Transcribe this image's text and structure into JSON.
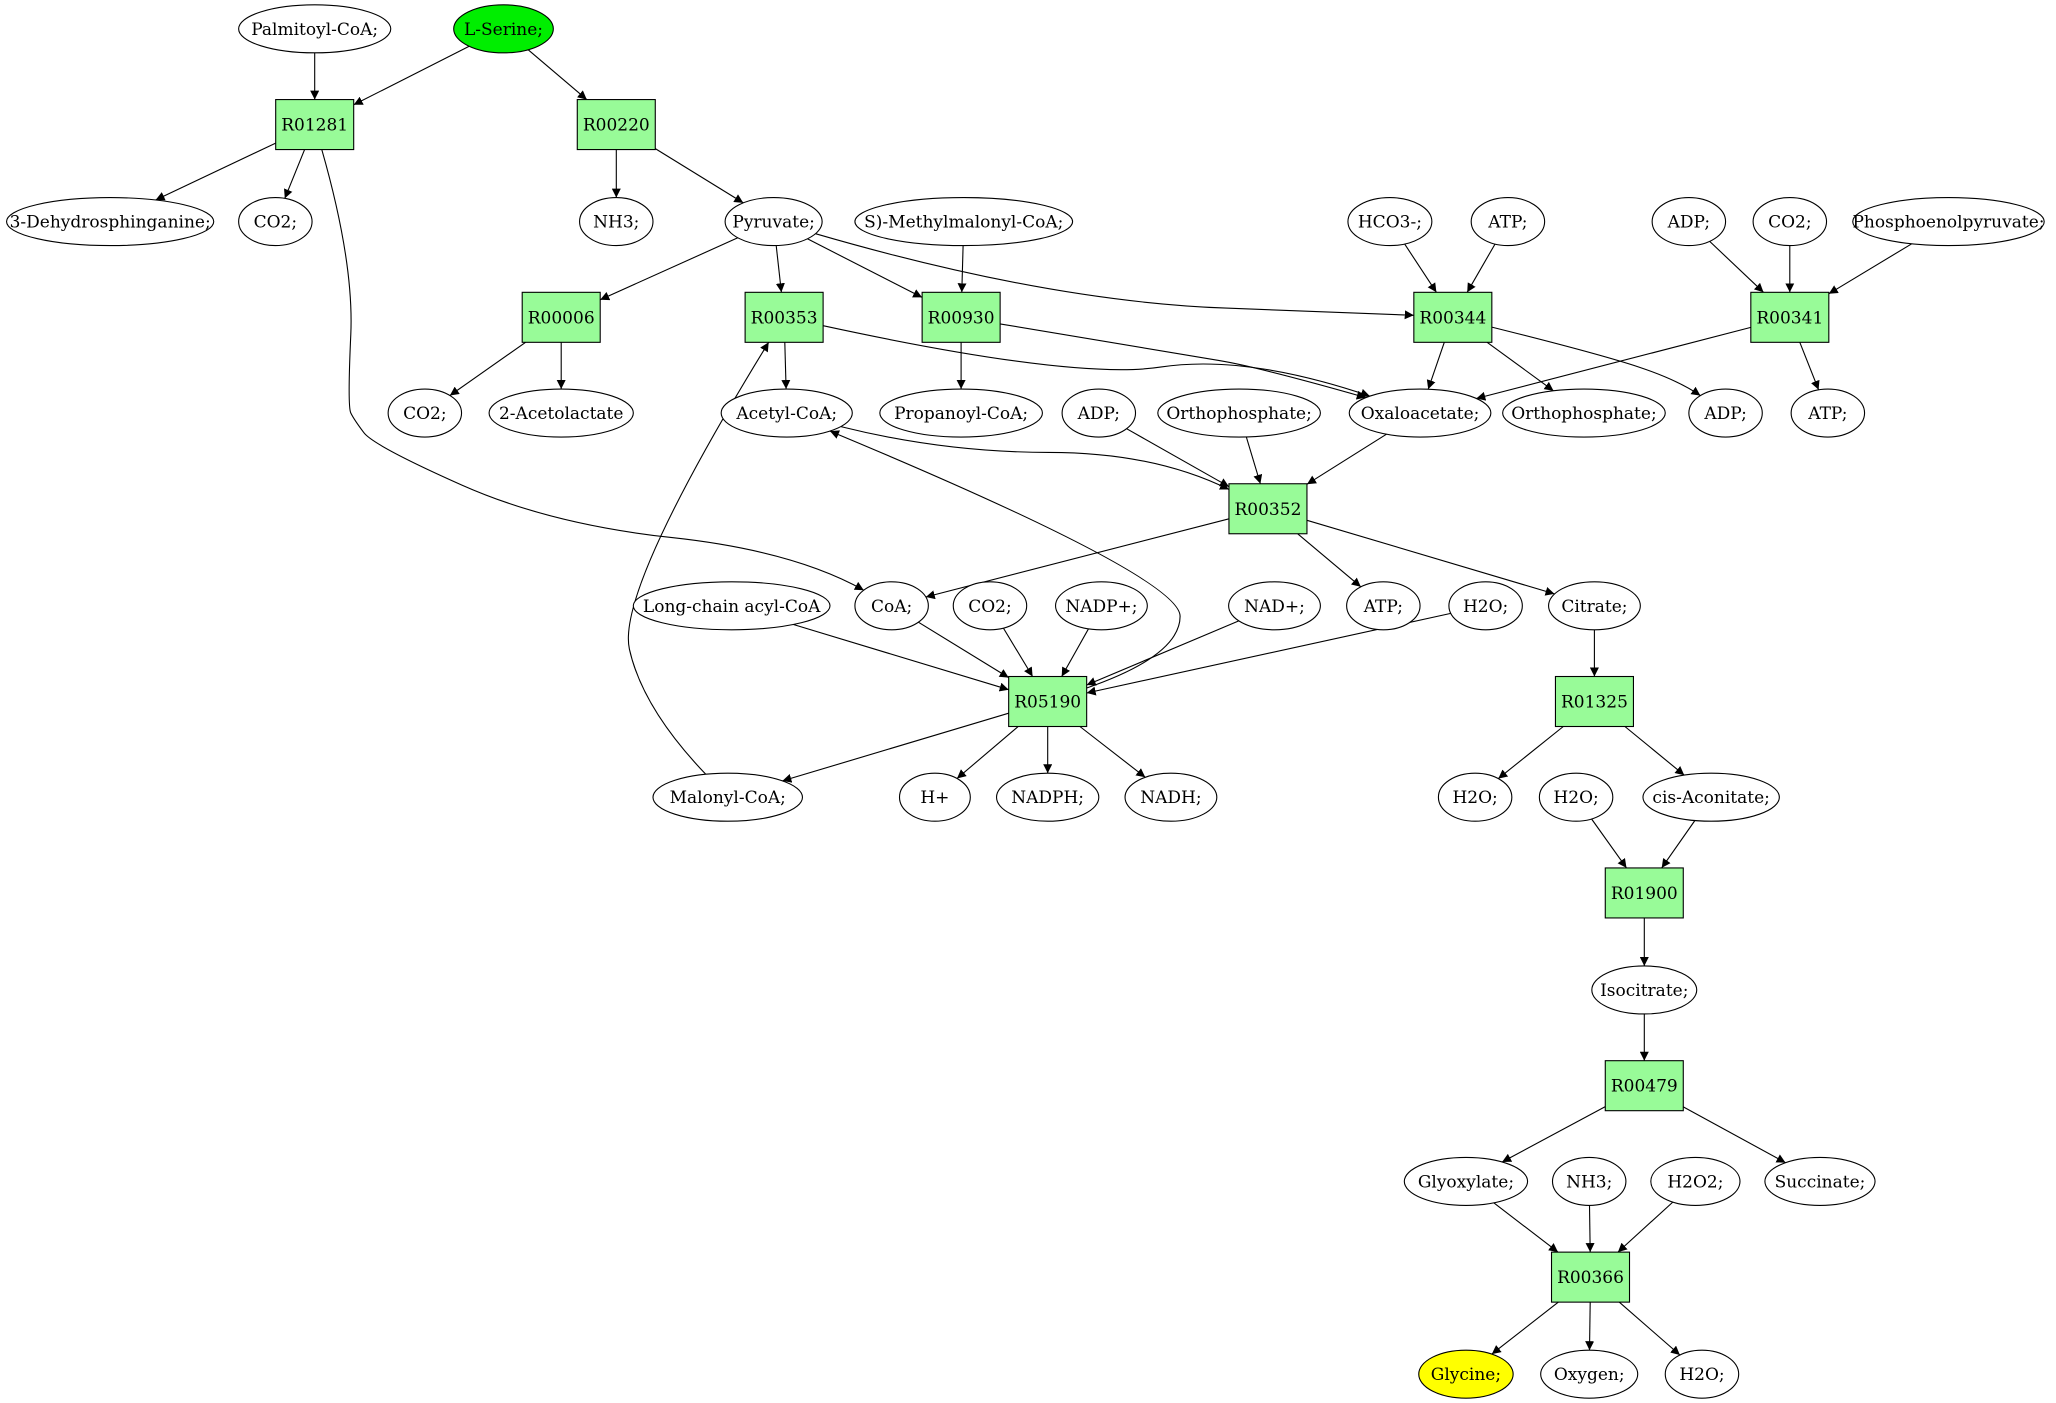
{
  "colors": {
    "reaction_fill": "#98fb98",
    "compound_fill": "#ffffff",
    "source_fill": "#00ee00",
    "target_fill": "#ffff00",
    "stroke": "#000000"
  },
  "nodes": {
    "palmitoyl_coa": {
      "label": "Palmitoyl-CoA;",
      "kind": "compound"
    },
    "l_serine": {
      "label": "L-Serine;",
      "kind": "compound",
      "role": "source"
    },
    "r01281": {
      "label": "R01281",
      "kind": "reaction"
    },
    "r00220": {
      "label": "R00220",
      "kind": "reaction"
    },
    "dehydrosphinganine": {
      "label": "3-Dehydrosphinganine;",
      "kind": "compound"
    },
    "co2_a": {
      "label": "CO2;",
      "kind": "compound"
    },
    "nh3_a": {
      "label": "NH3;",
      "kind": "compound"
    },
    "pyruvate": {
      "label": "Pyruvate;",
      "kind": "compound"
    },
    "methylmalonyl_coa": {
      "label": "S)-Methylmalonyl-CoA;",
      "kind": "compound"
    },
    "hco3": {
      "label": "HCO3-;",
      "kind": "compound"
    },
    "atp_a": {
      "label": "ATP;",
      "kind": "compound"
    },
    "adp_a": {
      "label": "ADP;",
      "kind": "compound"
    },
    "co2_b": {
      "label": "CO2;",
      "kind": "compound"
    },
    "pep": {
      "label": "Phosphoenolpyruvate;",
      "kind": "compound"
    },
    "r00006": {
      "label": "R00006",
      "kind": "reaction"
    },
    "r00353": {
      "label": "R00353",
      "kind": "reaction"
    },
    "r00930": {
      "label": "R00930",
      "kind": "reaction"
    },
    "r00344": {
      "label": "R00344",
      "kind": "reaction"
    },
    "r00341": {
      "label": "R00341",
      "kind": "reaction"
    },
    "co2_c": {
      "label": "CO2;",
      "kind": "compound"
    },
    "acetolactate": {
      "label": "2-Acetolactate",
      "kind": "compound"
    },
    "acetyl_coa": {
      "label": "Acetyl-CoA;",
      "kind": "compound"
    },
    "propanoyl_coa": {
      "label": "Propanoyl-CoA;",
      "kind": "compound"
    },
    "adp_b": {
      "label": "ADP;",
      "kind": "compound"
    },
    "orthophosphate_a": {
      "label": "Orthophosphate;",
      "kind": "compound"
    },
    "oxaloacetate": {
      "label": "Oxaloacetate;",
      "kind": "compound"
    },
    "orthophosphate_b": {
      "label": "Orthophosphate;",
      "kind": "compound"
    },
    "adp_c": {
      "label": "ADP;",
      "kind": "compound"
    },
    "atp_b": {
      "label": "ATP;",
      "kind": "compound"
    },
    "r00352": {
      "label": "R00352",
      "kind": "reaction"
    },
    "long_chain": {
      "label": "Long-chain acyl-CoA",
      "kind": "compound"
    },
    "coa": {
      "label": "CoA;",
      "kind": "compound"
    },
    "co2_d": {
      "label": "CO2;",
      "kind": "compound"
    },
    "nadp": {
      "label": "NADP+;",
      "kind": "compound"
    },
    "nad": {
      "label": "NAD+;",
      "kind": "compound"
    },
    "atp_c": {
      "label": "ATP;",
      "kind": "compound"
    },
    "h2o_a": {
      "label": "H2O;",
      "kind": "compound"
    },
    "citrate": {
      "label": "Citrate;",
      "kind": "compound"
    },
    "r05190": {
      "label": "R05190",
      "kind": "reaction"
    },
    "r01325": {
      "label": "R01325",
      "kind": "reaction"
    },
    "malonyl_coa": {
      "label": "Malonyl-CoA;",
      "kind": "compound"
    },
    "h_plus": {
      "label": "H+",
      "kind": "compound"
    },
    "nadph": {
      "label": "NADPH;",
      "kind": "compound"
    },
    "nadh": {
      "label": "NADH;",
      "kind": "compound"
    },
    "h2o_b": {
      "label": "H2O;",
      "kind": "compound"
    },
    "h2o_c": {
      "label": "H2O;",
      "kind": "compound"
    },
    "cis_aconitate": {
      "label": "cis-Aconitate;",
      "kind": "compound"
    },
    "r01900": {
      "label": "R01900",
      "kind": "reaction"
    },
    "isocitrate": {
      "label": "Isocitrate;",
      "kind": "compound"
    },
    "r00479": {
      "label": "R00479",
      "kind": "reaction"
    },
    "glyoxylate": {
      "label": "Glyoxylate;",
      "kind": "compound"
    },
    "nh3_b": {
      "label": "NH3;",
      "kind": "compound"
    },
    "h2o2": {
      "label": "H2O2;",
      "kind": "compound"
    },
    "succinate": {
      "label": "Succinate;",
      "kind": "compound"
    },
    "r00366": {
      "label": "R00366",
      "kind": "reaction"
    },
    "glycine": {
      "label": "Glycine;",
      "kind": "compound",
      "role": "target"
    },
    "oxygen": {
      "label": "Oxygen;",
      "kind": "compound"
    },
    "h2o_d": {
      "label": "H2O;",
      "kind": "compound"
    }
  },
  "edges": [
    [
      "palmitoyl_coa",
      "r01281"
    ],
    [
      "l_serine",
      "r01281"
    ],
    [
      "l_serine",
      "r00220"
    ],
    [
      "r01281",
      "dehydrosphinganine"
    ],
    [
      "r01281",
      "co2_a"
    ],
    [
      "r01281",
      "coa"
    ],
    [
      "r00220",
      "nh3_a"
    ],
    [
      "r00220",
      "pyruvate"
    ],
    [
      "pyruvate",
      "r00006"
    ],
    [
      "pyruvate",
      "r00353"
    ],
    [
      "pyruvate",
      "r00930"
    ],
    [
      "pyruvate",
      "r00344"
    ],
    [
      "methylmalonyl_coa",
      "r00930"
    ],
    [
      "hco3",
      "r00344"
    ],
    [
      "atp_a",
      "r00344"
    ],
    [
      "adp_a",
      "r00341"
    ],
    [
      "co2_b",
      "r00341"
    ],
    [
      "pep",
      "r00341"
    ],
    [
      "r00006",
      "co2_c"
    ],
    [
      "r00006",
      "acetolactate"
    ],
    [
      "r00353",
      "acetyl_coa"
    ],
    [
      "r00353",
      "oxaloacetate"
    ],
    [
      "r00930",
      "propanoyl_coa"
    ],
    [
      "r00930",
      "oxaloacetate"
    ],
    [
      "r00344",
      "oxaloacetate"
    ],
    [
      "r00344",
      "orthophosphate_b"
    ],
    [
      "r00344",
      "adp_c"
    ],
    [
      "r00341",
      "oxaloacetate"
    ],
    [
      "r00341",
      "atp_b"
    ],
    [
      "acetyl_coa",
      "r00352"
    ],
    [
      "adp_b",
      "r00352"
    ],
    [
      "orthophosphate_a",
      "r00352"
    ],
    [
      "oxaloacetate",
      "r00352"
    ],
    [
      "r00352",
      "coa"
    ],
    [
      "r00352",
      "atp_c"
    ],
    [
      "r00352",
      "citrate"
    ],
    [
      "long_chain",
      "r05190"
    ],
    [
      "coa",
      "r05190"
    ],
    [
      "co2_d",
      "r05190"
    ],
    [
      "nadp",
      "r05190"
    ],
    [
      "nad",
      "r05190"
    ],
    [
      "h2o_a",
      "r05190"
    ],
    [
      "r05190",
      "acetyl_coa"
    ],
    [
      "r05190",
      "malonyl_coa"
    ],
    [
      "r05190",
      "h_plus"
    ],
    [
      "r05190",
      "nadph"
    ],
    [
      "r05190",
      "nadh"
    ],
    [
      "malonyl_coa",
      "r00353"
    ],
    [
      "citrate",
      "r01325"
    ],
    [
      "r01325",
      "h2o_b"
    ],
    [
      "r01325",
      "cis_aconitate"
    ],
    [
      "h2o_c",
      "r01900"
    ],
    [
      "cis_aconitate",
      "r01900"
    ],
    [
      "r01900",
      "isocitrate"
    ],
    [
      "isocitrate",
      "r00479"
    ],
    [
      "r00479",
      "glyoxylate"
    ],
    [
      "r00479",
      "succinate"
    ],
    [
      "glyoxylate",
      "r00366"
    ],
    [
      "nh3_b",
      "r00366"
    ],
    [
      "h2o2",
      "r00366"
    ],
    [
      "r00366",
      "glycine"
    ],
    [
      "r00366",
      "oxygen"
    ],
    [
      "r00366",
      "h2o_d"
    ]
  ]
}
